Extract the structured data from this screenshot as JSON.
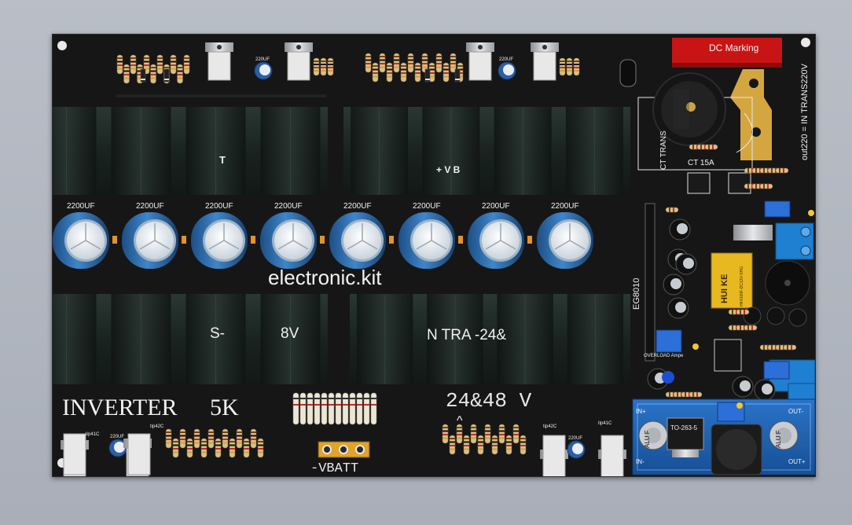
{
  "board": {
    "title": "INVERTER",
    "power": "5K",
    "voltage": "24&48  V",
    "watermark": "electronic.kit",
    "battery_label": "-VBATT",
    "output_note": "out220 = IN TRANS220V",
    "center_tap_label": "CT TRANS",
    "center_tap_label2": "CT 15A",
    "driver_ic": "EG8010",
    "relay_brand": "HUI KE",
    "relay_spec": "HK4100F-DC12V-SHG",
    "regulator_package": "TO-263-5",
    "dc_marking": "DC Marking",
    "cap_small": "220UF",
    "overload_label": "OVERLOAD Ampe",
    "in_plus": "IN+",
    "in_minus": "IN-",
    "out_plus": "OUT+",
    "out_minus": "OUT-",
    "alu_label": "ALU F"
  },
  "capacitors": [
    "2200UF",
    "2200UF",
    "2200UF",
    "2200UF",
    "2200UF",
    "2200UF",
    "2200UF",
    "2200UF"
  ],
  "heatsink_fragments": {
    "top_left": "T",
    "top_right": "+ V B",
    "bottom_left_a": "S-",
    "bottom_left_b": "8V",
    "bottom_right": "N  TRA  -24&"
  },
  "transistor_labels": [
    "tip41C",
    "tip42C",
    "tip42C",
    "tip41C"
  ],
  "colors": {
    "board": "#161616",
    "heatsink": "#1f2a27",
    "capacitor_blue": "#2d6cb0",
    "capacitor_top": "#e8eef3",
    "module_blue": "#1e5fb4",
    "relay_yellow": "#e8b820",
    "terminal_blue": "#1f7fd0",
    "red_marker": "#c81414",
    "gold": "#d4a640"
  }
}
